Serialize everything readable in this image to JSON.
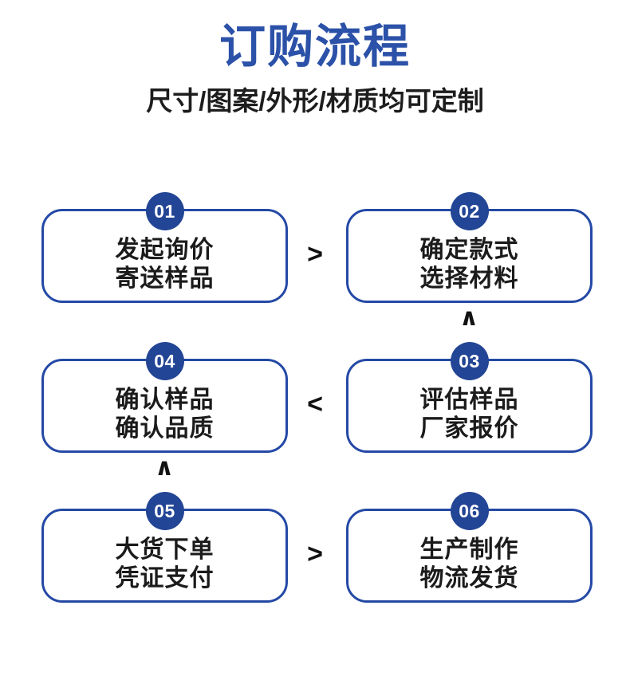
{
  "header": {
    "title": "订购流程",
    "subtitle": "尺寸/图案/外形/材质均可定制"
  },
  "colors": {
    "title_blue": "#2B51A8",
    "border_blue": "#2449A5",
    "badge_blue": "#234595",
    "text_black": "#1b1b1b",
    "background": "#ffffff"
  },
  "flow": {
    "rows": [
      {
        "left": {
          "number": "01",
          "line1": "发起询价",
          "line2": "寄送样品"
        },
        "right": {
          "number": "02",
          "line1": "确定款式",
          "line2": "选择材料"
        },
        "connector": ">"
      },
      {
        "left": {
          "number": "04",
          "line1": "确认样品",
          "line2": "确认品质"
        },
        "right": {
          "number": "03",
          "line1": "评估样品",
          "line2": "厂家报价"
        },
        "connector": "<"
      },
      {
        "left": {
          "number": "05",
          "line1": "大货下单",
          "line2": "凭证支付"
        },
        "right": {
          "number": "06",
          "line1": "生产制作",
          "line2": "物流发货"
        },
        "connector": ">"
      }
    ],
    "vertical_connectors": {
      "right_up": "∧",
      "left_up": "∧"
    }
  }
}
